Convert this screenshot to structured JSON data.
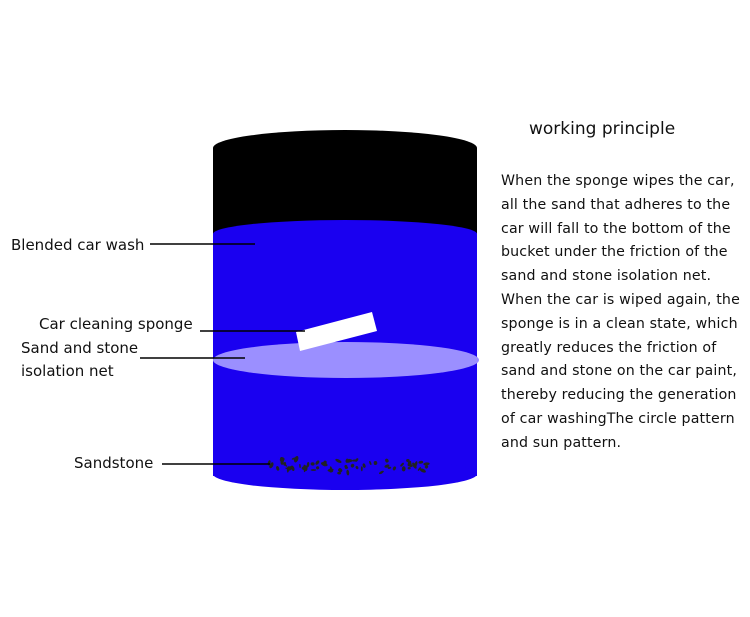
{
  "labels": {
    "blended_car_wash": "Blended car wash",
    "car_cleaning_sponge": "Car cleaning sponge",
    "isolation_net": "Sand and stone isolation net",
    "sandstone": "Sandstone"
  },
  "principle": {
    "title": "working principle",
    "body": "When the sponge wipes the car, all the sand that adheres to the car will fall to the bottom of the bucket under the friction of the sand and stone isolation net. When the car is wiped again, the sponge is in a clean state, which greatly reduces the friction of sand and stone on the car paint, thereby reducing the generation of car washingThe circle pattern and sun pattern."
  },
  "colors": {
    "bucket_top": "#000000",
    "liquid": "#1a00f0",
    "net": "#9b8fff",
    "sponge": "#ffffff",
    "sand": "#222222"
  }
}
